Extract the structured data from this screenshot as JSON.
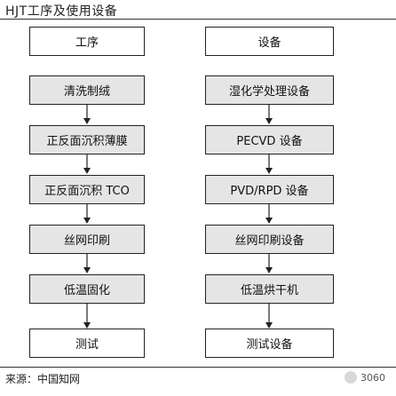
{
  "title": "HJT工序及使用设备",
  "left_header": "工序",
  "right_header": "设备",
  "process_steps": [
    "清洗制绒",
    "正反面沉积薄膜",
    "正反面沉积 TCO",
    "丝网印刷",
    "低温固化",
    "测试"
  ],
  "equipment": [
    "湿化学处理设备",
    "PECVD 设备",
    "PVD/RPD 设备",
    "丝网印刷设备",
    "低温烘干机",
    "测试设备"
  ],
  "source": "来源：中国知网",
  "watermark": "3060"
}
